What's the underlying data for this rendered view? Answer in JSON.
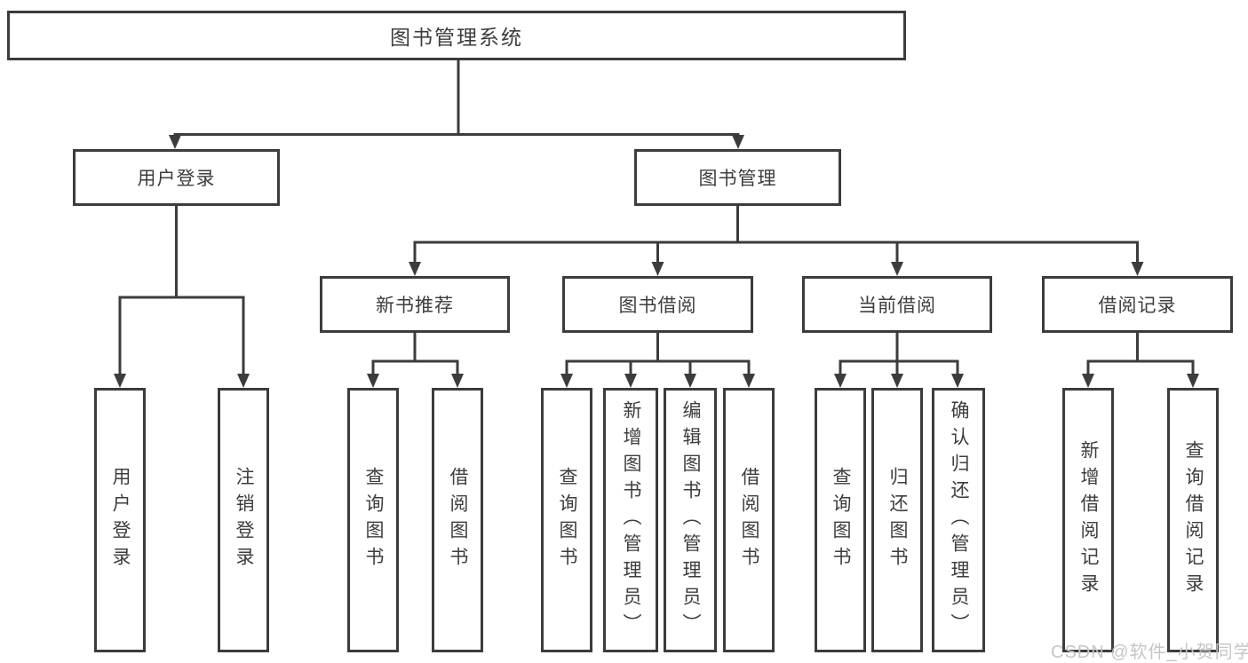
{
  "colors": {
    "line": "#3c3c3c",
    "box_border": "#3c3c3c",
    "text": "#3d3d3d",
    "background": "#ffffff",
    "watermark": "#c6c6c6"
  },
  "watermark": {
    "text": "CSDN @软件_小贺同学"
  },
  "tree": {
    "root": {
      "label": "图书管理系统"
    },
    "branches": [
      {
        "label": "用户登录",
        "children": [
          {
            "label": "用户登录"
          },
          {
            "label": "注销登录"
          }
        ]
      },
      {
        "label": "图书管理",
        "groups": [
          {
            "label": "新书推荐",
            "children": [
              {
                "label": "查询图书"
              },
              {
                "label": "借阅图书"
              }
            ]
          },
          {
            "label": "图书借阅",
            "children": [
              {
                "label": "查询图书"
              },
              {
                "label": "新增图书（管理员）"
              },
              {
                "label": "编辑图书（管理员）"
              },
              {
                "label": "借阅图书"
              }
            ]
          },
          {
            "label": "当前借阅",
            "children": [
              {
                "label": "查询图书"
              },
              {
                "label": "归还图书"
              },
              {
                "label": "确认归还（管理员）"
              }
            ]
          },
          {
            "label": "借阅记录",
            "children": [
              {
                "label": "新增借阅记录"
              },
              {
                "label": "查询借阅记录"
              }
            ]
          }
        ]
      }
    ]
  }
}
